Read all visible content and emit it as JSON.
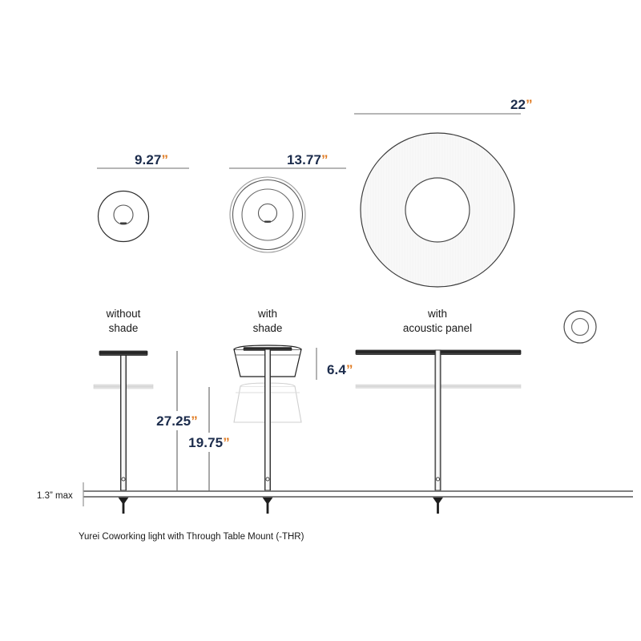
{
  "caption": "Yurei Coworking light with Through Table Mount (-THR)",
  "dimensions": {
    "diameter_small": {
      "value": "9.27",
      "unit": "”"
    },
    "diameter_medium": {
      "value": "13.77",
      "unit": "”"
    },
    "diameter_large": {
      "value": "22",
      "unit": "”"
    },
    "shade_height": {
      "value": "6.4",
      "unit": "”"
    },
    "height_without_shade": {
      "value": "27.25",
      "unit": "”"
    },
    "height_with_shade": {
      "value": "19.75",
      "unit": "”"
    },
    "table_thickness": "1.3” max"
  },
  "view_labels": [
    {
      "line1": "without",
      "line2": "shade"
    },
    {
      "line1": "with",
      "line2": "shade"
    },
    {
      "line1": "with",
      "line2": "acoustic panel"
    }
  ],
  "colors": {
    "dimension_number": "#1c2c4c",
    "dimension_unit": "#e07b22",
    "outline": "#333333",
    "light_outline": "#c8c8c8",
    "panel_fill": "#f7f7f7",
    "background": "#ffffff"
  },
  "icons": {
    "ring_detail": "concentric-ring-icon"
  }
}
